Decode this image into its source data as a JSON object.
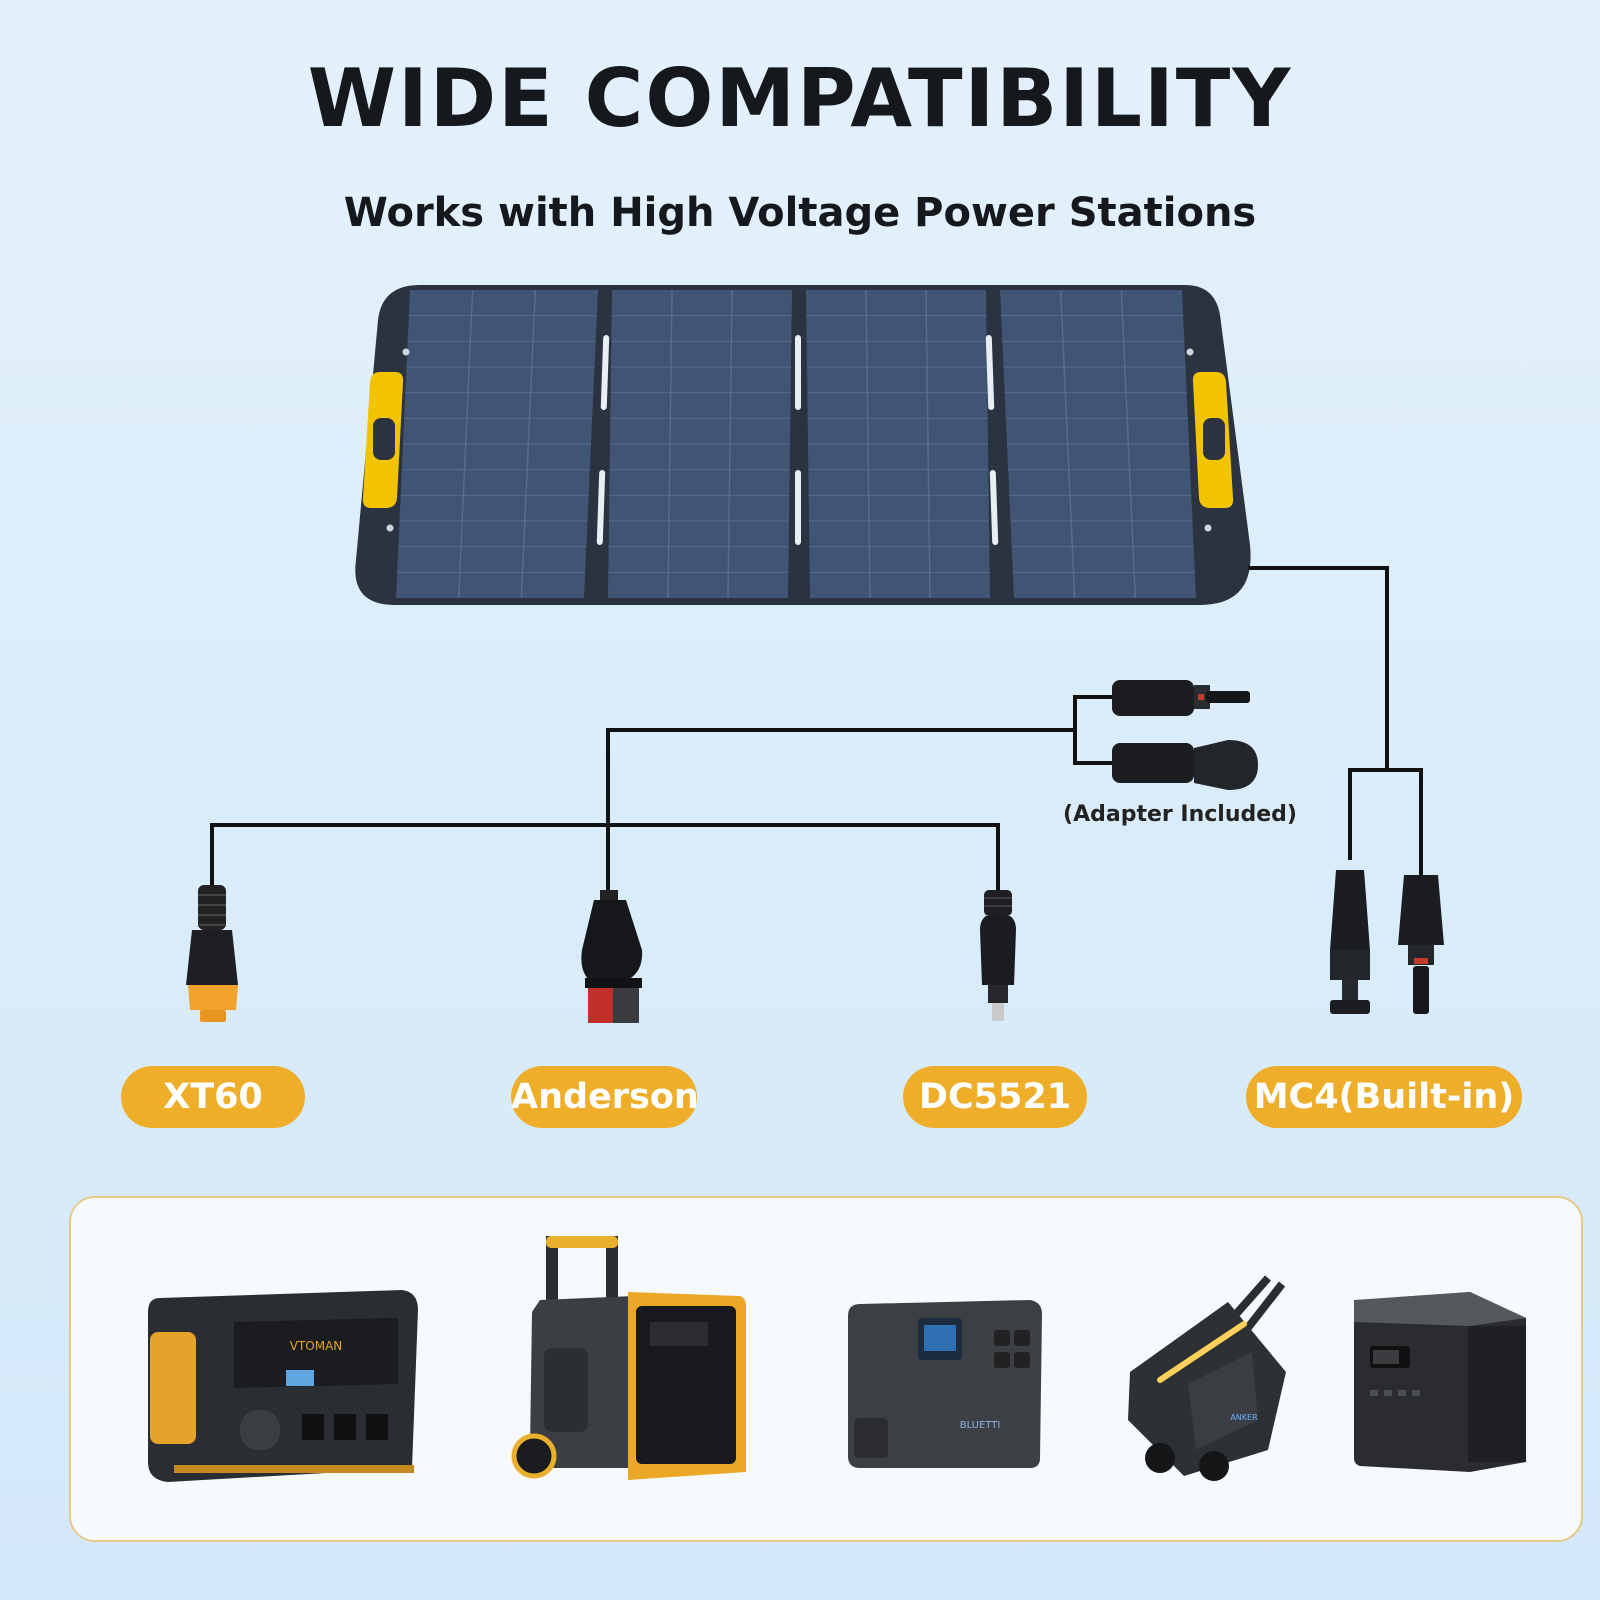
{
  "title": "WIDE COMPATIBILITY",
  "subtitle": "Works with High Voltage Power Stations",
  "adapter_note": "(Adapter Included)",
  "connectors": [
    {
      "label": "XT60"
    },
    {
      "label": "Anderson"
    },
    {
      "label": "DC5521"
    },
    {
      "label": "MC4(Built-in)"
    }
  ],
  "colors": {
    "accent": "#eeae29",
    "panel": "#2b3340",
    "cell": "#3f5573",
    "handle": "#f2c400",
    "background": "#e4f1fb",
    "card_border": "#e7c989"
  },
  "device_logos": {
    "vtoman": "VTOMAN",
    "bluetti": "BLUETTI",
    "anker": "ANKER"
  }
}
